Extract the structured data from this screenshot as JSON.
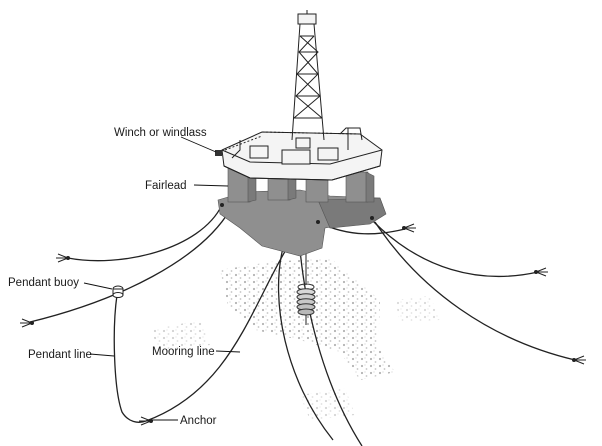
{
  "labels": {
    "winch": "Winch or windlass",
    "fairlead": "Fairlead",
    "pendant_buoy": "Pendant buoy",
    "pendant_line": "Pendant line",
    "mooring_line": "Mooring line",
    "anchor": "Anchor"
  },
  "colors": {
    "ink": "#222222",
    "hull": "#8f8f8f",
    "seabed": "#c8c8c8"
  }
}
